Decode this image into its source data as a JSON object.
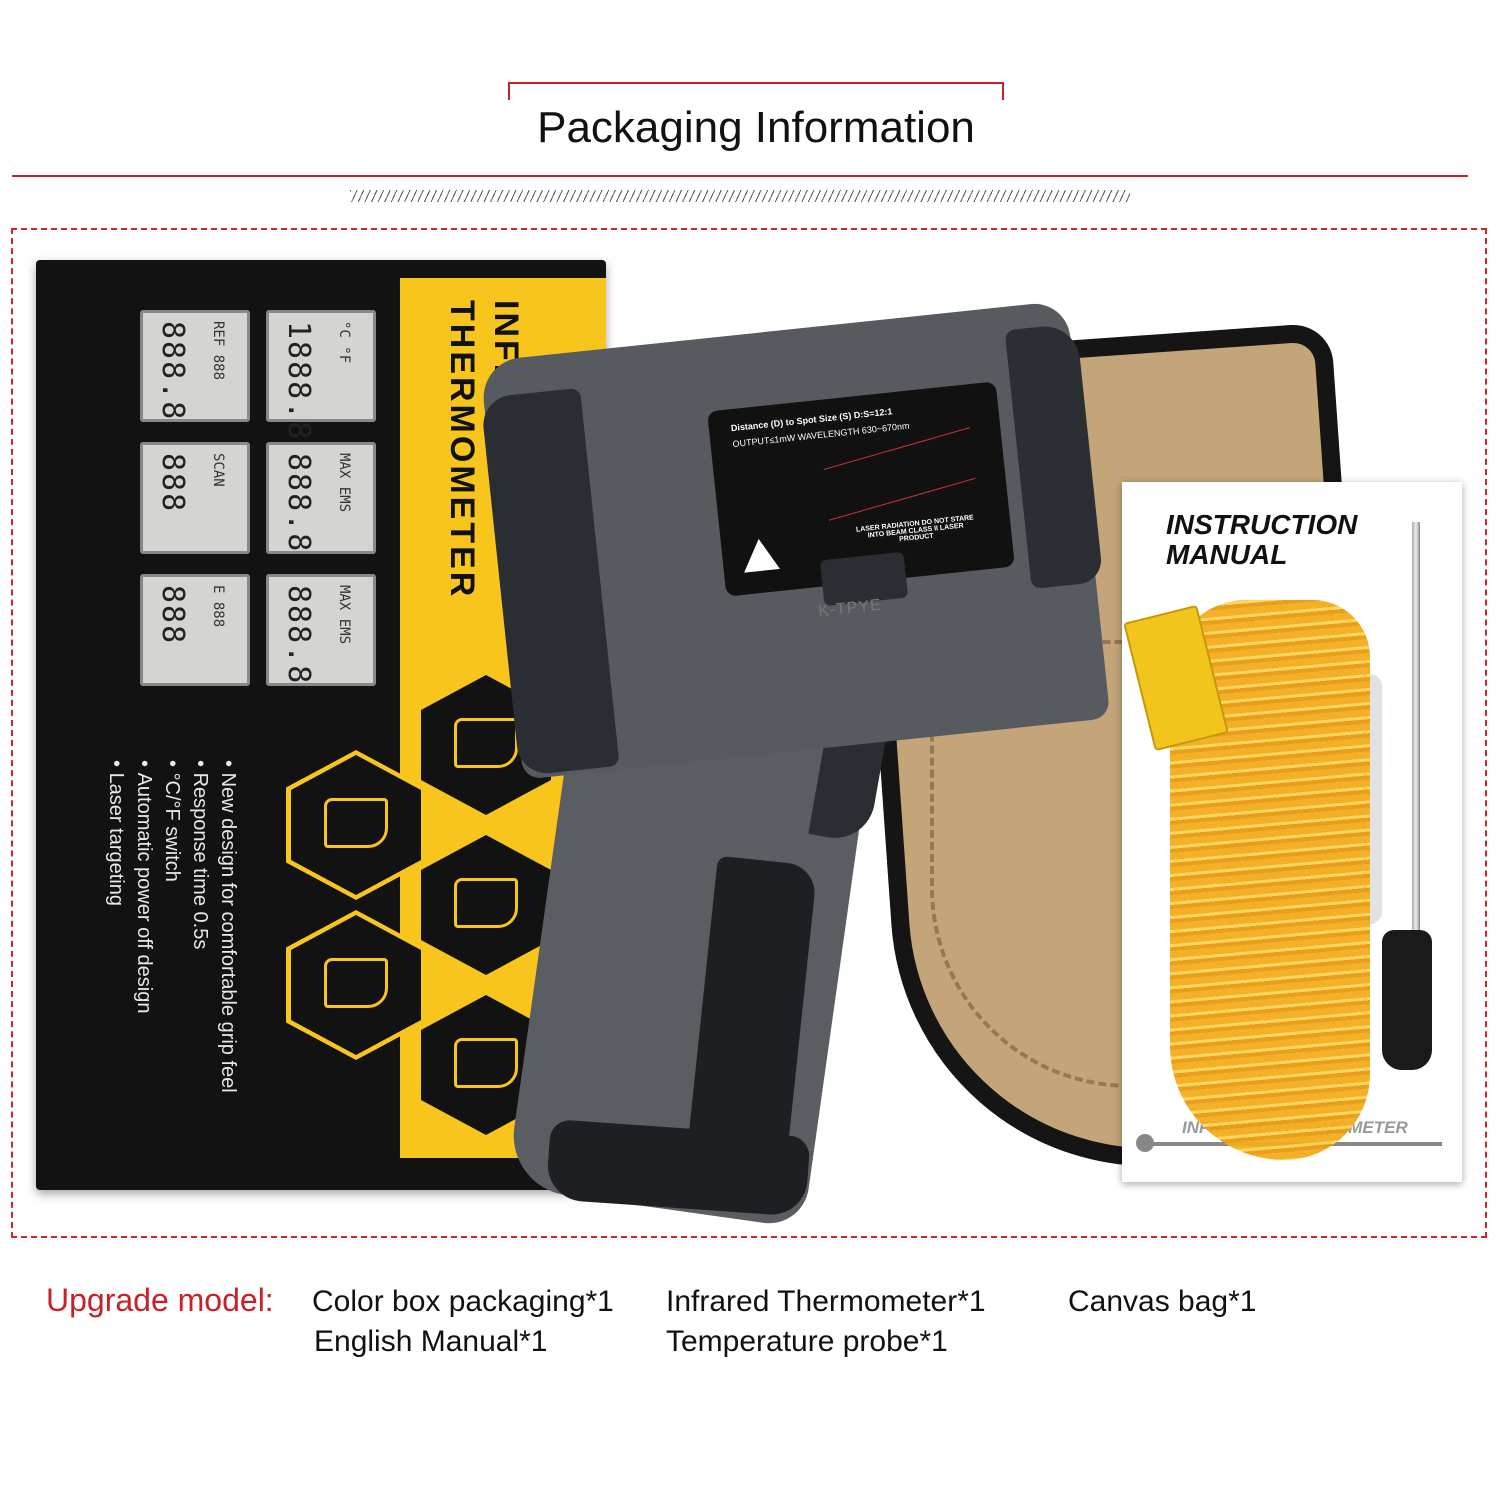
{
  "header": {
    "title": "Packaging Information"
  },
  "box": {
    "title": "INFRARED THERMOMETER",
    "features": [
      "New design for comfortable grip feel",
      "Response time 0.5s",
      "°C/°F switch",
      "Automatic power off design",
      "Laser targeting"
    ],
    "lcds": [
      {
        "digits": "888.8",
        "small": "REF 888"
      },
      {
        "digits": "1888.8",
        "small": "°C °F"
      },
      {
        "digits": "888",
        "small": "SCAN"
      },
      {
        "digits": "888.8",
        "small": "MAX EMS"
      },
      {
        "digits": "888",
        "small": "E 888"
      },
      {
        "digits": "888.8",
        "small": "MAX EMS"
      }
    ]
  },
  "thermometer": {
    "label_line1": "Distance (D) to Spot Size (S)   D:S=12:1",
    "label_line2": "OUTPUT≤1mW  WAVELENGTH 630~670nm",
    "label_warning": "LASER RADIATION DO NOT STARE INTO BEAM CLASS II LASER PRODUCT",
    "port_text": "K-TPYE"
  },
  "manual": {
    "title": "INSTRUCTION MANUAL",
    "footer": "INFRARED THERMOMETER"
  },
  "contents": {
    "label": "Upgrade model:",
    "items": [
      "Color box packaging*1",
      "Infrared Thermometer*1",
      "Canvas bag*1",
      "English Manual*1",
      "Temperature probe*1"
    ]
  },
  "colors": {
    "accent_red": "#c9202a",
    "box_black": "#121212",
    "box_yellow": "#f7c51b",
    "bag_tan": "#c4a57a",
    "gun_gray": "#575b60",
    "probe_yellow": "#f4ad1d"
  }
}
